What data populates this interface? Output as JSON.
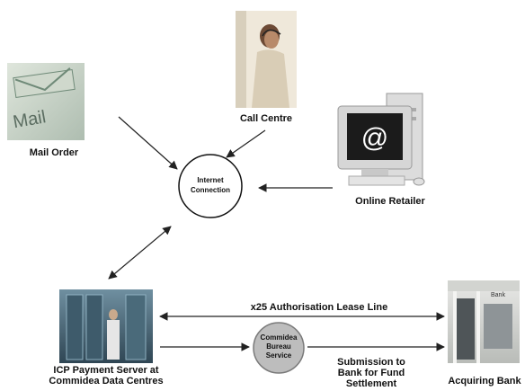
{
  "nodes": {
    "mail_order": "Mail Order",
    "call_centre": "Call Centre",
    "online_retailer": "Online Retailer",
    "internet_line1": "Internet",
    "internet_line2": "Connection",
    "icp_line1": "ICP Payment Server at",
    "icp_line2": "Commidea Data Centres",
    "acquiring_bank": "Acquiring Bank",
    "bureau_line1": "Commidea",
    "bureau_line2": "Bureau",
    "bureau_line3": "Service"
  },
  "edges": {
    "lease_line": "x25 Authorisation Lease Line",
    "submission_line1": "Submission to",
    "submission_line2": "Bank for Fund",
    "submission_line3": "Settlement"
  },
  "pictures": {
    "mail_word": "Mail",
    "at_symbol": "@",
    "bank_sign": "Bank"
  },
  "colors": {
    "bureau_fill": "#bdbdbd",
    "bureau_border": "#7a7a7a",
    "arrow": "#222222"
  }
}
